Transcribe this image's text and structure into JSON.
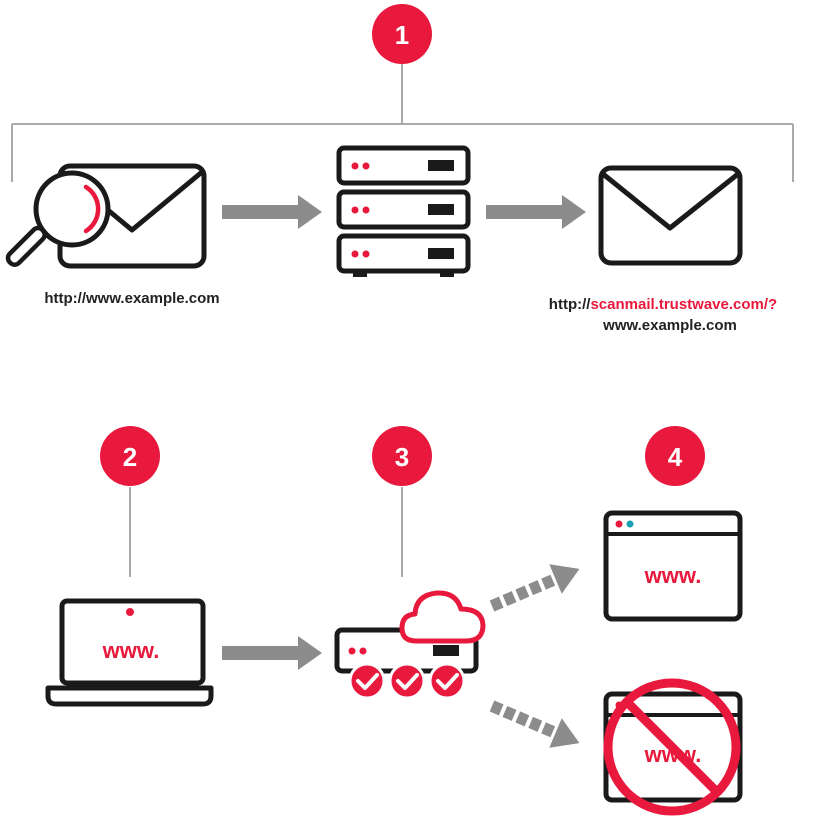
{
  "steps": [
    {
      "number": "1"
    },
    {
      "number": "2"
    },
    {
      "number": "3"
    },
    {
      "number": "4"
    }
  ],
  "labels": {
    "original_url": "http://www.example.com",
    "rewritten_prefix": "http://",
    "rewritten_host": "scanmail.trustwave.com/?",
    "rewritten_suffix": "www.example.com"
  },
  "browser_text": {
    "laptop": "www.",
    "allowed_window": "www.",
    "blocked_window": "www."
  },
  "colors": {
    "accent": "#e8193c",
    "outline": "#1a1a1a",
    "connector": "#aaaaaa",
    "arrow": "#8c8c8c",
    "browser_dot_secondary": "#1aa0b4"
  },
  "icons": {
    "email_inspected": "magnifier-envelope-icon",
    "server": "server-stack-icon",
    "email_delivered": "envelope-icon",
    "laptop": "laptop-icon",
    "cloud_scanner": "cloud-server-check-icon",
    "allowed": "browser-window-icon",
    "blocked": "blocked-browser-window-icon"
  }
}
